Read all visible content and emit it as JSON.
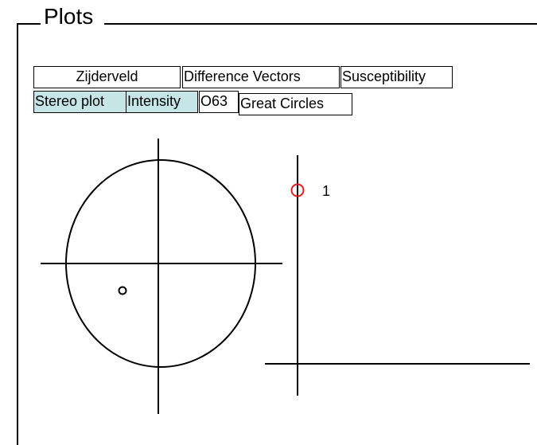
{
  "group": {
    "title": "Plots"
  },
  "tabs_row1": [
    {
      "label": "Zijderveld",
      "selected": false
    },
    {
      "label": "Difference Vectors",
      "selected": false
    },
    {
      "label": "Susceptibility",
      "selected": false
    }
  ],
  "tabs_row2": [
    {
      "label": "Stereo plot",
      "selected": true
    },
    {
      "label": "Intensity",
      "selected": true
    },
    {
      "label": "O63",
      "selected": false
    },
    {
      "label": "Great Circles",
      "selected": false
    }
  ],
  "intensity_plot": {
    "point_label": "1",
    "point_color": "#e02020"
  },
  "colors": {
    "selected_tab": "#c5e5e6",
    "line": "#000000"
  }
}
